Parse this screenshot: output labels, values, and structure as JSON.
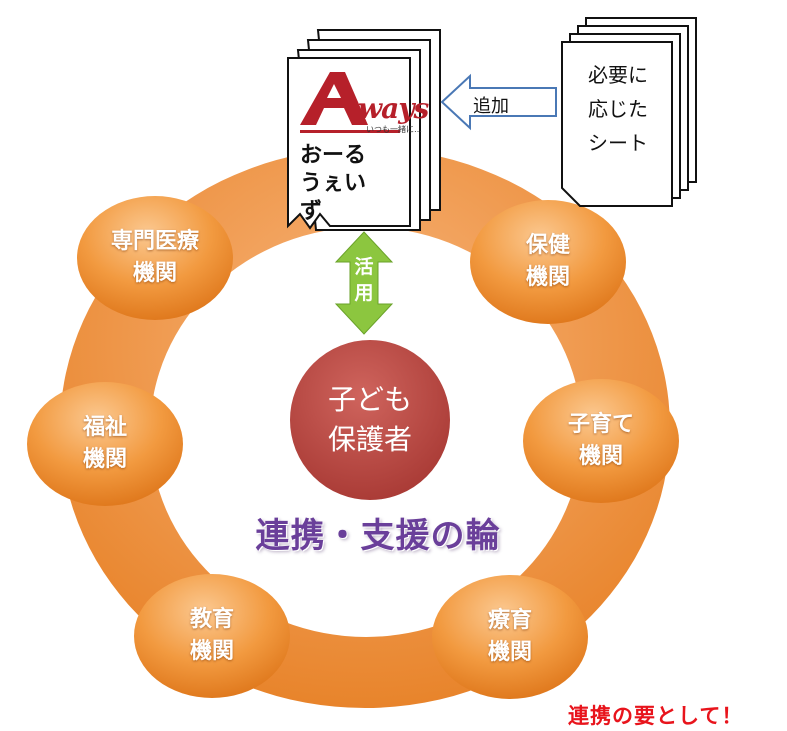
{
  "center": {
    "label": "子ども\n保護者"
  },
  "ring_caption": "連携・支援の輪",
  "use_arrow": {
    "label": "活\n用"
  },
  "document": {
    "logo_text": "ways",
    "logo_tagline": "いつも一緒に…",
    "title": "おーる\nうぇい\nず"
  },
  "add_arrow": {
    "label": "追加"
  },
  "sheets": {
    "label": "必要に\n応じた\nシート"
  },
  "nodes": [
    {
      "id": "senmon",
      "label": "専門医療\n機関"
    },
    {
      "id": "hoken",
      "label": "保健\n機関"
    },
    {
      "id": "fukushi",
      "label": "福祉\n機関"
    },
    {
      "id": "kosodate",
      "label": "子育て\n機関"
    },
    {
      "id": "kyouiku",
      "label": "教育\n機関"
    },
    {
      "id": "ryouiku",
      "label": "療育\n機関"
    }
  ],
  "slogan": "連携の要として！",
  "colors": {
    "ring": "#f0913a",
    "node": "#ee8a2c",
    "center": "#b8443f",
    "arrow_green": "#8cc63f",
    "arrow_blue": "#4a78b5",
    "caption": "#6a3f9a",
    "slogan": "#e8141c"
  }
}
